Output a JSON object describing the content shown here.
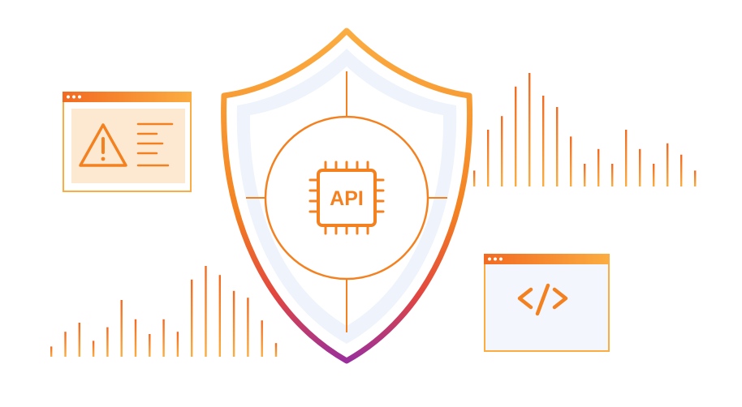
{
  "illustration": {
    "chip_label": "API",
    "window_icons": [
      "warning-icon",
      "code-icon"
    ],
    "bar_chart_levels": {
      "left_group": [
        0.09,
        0.22,
        0.3,
        0.14,
        0.26,
        0.5,
        0.33,
        0.2,
        0.33,
        0.22,
        0.68,
        0.8,
        0.72,
        0.58,
        0.52,
        0.32,
        0.12
      ],
      "right_group": [
        0.14,
        0.5,
        0.62,
        0.88,
        1.0,
        0.8,
        0.7,
        0.44,
        0.2,
        0.33,
        0.2,
        0.5,
        0.33,
        0.2,
        0.38,
        0.28,
        0.14
      ]
    },
    "colors": {
      "orange": "#F48120",
      "light_orange": "#FBAD41",
      "warm_fill": "#FDE9D2",
      "purple": "#9A2F9C",
      "shield_fill": "#EEF3FC",
      "window_fill": "#F3F6FC"
    }
  }
}
